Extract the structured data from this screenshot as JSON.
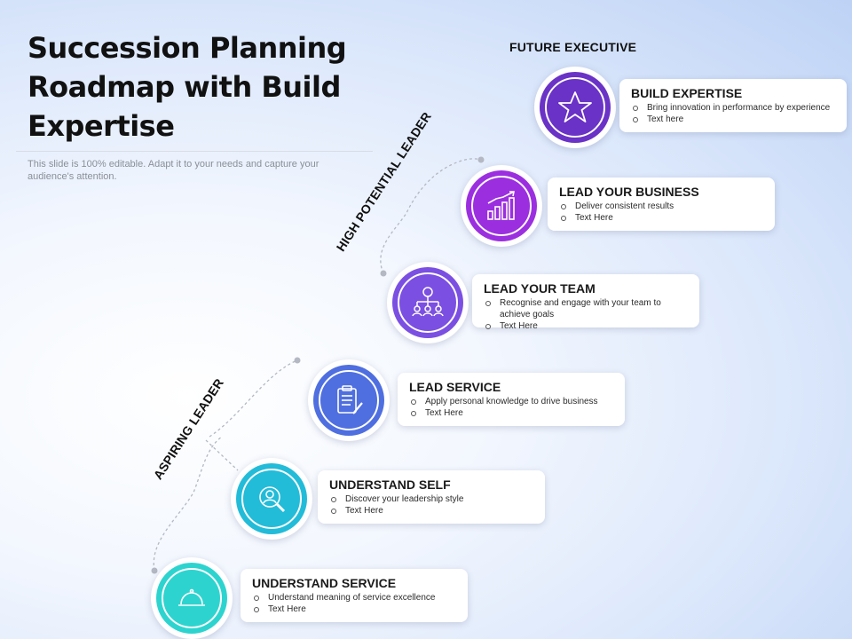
{
  "header": {
    "title": "Succession Planning Roadmap with Build Expertise",
    "subtitle": "This slide is 100% editable. Adapt it to your needs and capture your audience's attention."
  },
  "levels": {
    "aspiring": "ASPIRING LEADER",
    "high_potential": "HIGH POTENTIAL LEADER",
    "future": "FUTURE EXECUTIVE"
  },
  "steps": [
    {
      "title": "UNDERSTAND SERVICE",
      "bullets": [
        "Understand meaning of service excellence",
        "Text Here"
      ],
      "icon": "service-bell-icon",
      "color": "#2dd4cf"
    },
    {
      "title": "UNDERSTAND SELF",
      "bullets": [
        "Discover your leadership style",
        "Text Here"
      ],
      "icon": "person-search-icon",
      "color": "#22bcd9"
    },
    {
      "title": "LEAD SERVICE",
      "bullets": [
        "Apply personal knowledge to drive business",
        "Text Here"
      ],
      "icon": "clipboard-pen-icon",
      "color": "#4f6fe0"
    },
    {
      "title": "LEAD YOUR TEAM",
      "bullets": [
        "Recognise and engage with your team to achieve goals",
        "Text Here"
      ],
      "icon": "team-hierarchy-icon",
      "color": "#7b4fe2"
    },
    {
      "title": "LEAD YOUR BUSINESS",
      "bullets": [
        "Deliver consistent results",
        "Text Here"
      ],
      "icon": "growth-chart-icon",
      "color": "#9b2fe0"
    },
    {
      "title": "BUILD EXPERTISE",
      "bullets": [
        "Bring innovation in performance by experience",
        "Text here"
      ],
      "icon": "star-icon",
      "color": "#6a32c6"
    }
  ]
}
